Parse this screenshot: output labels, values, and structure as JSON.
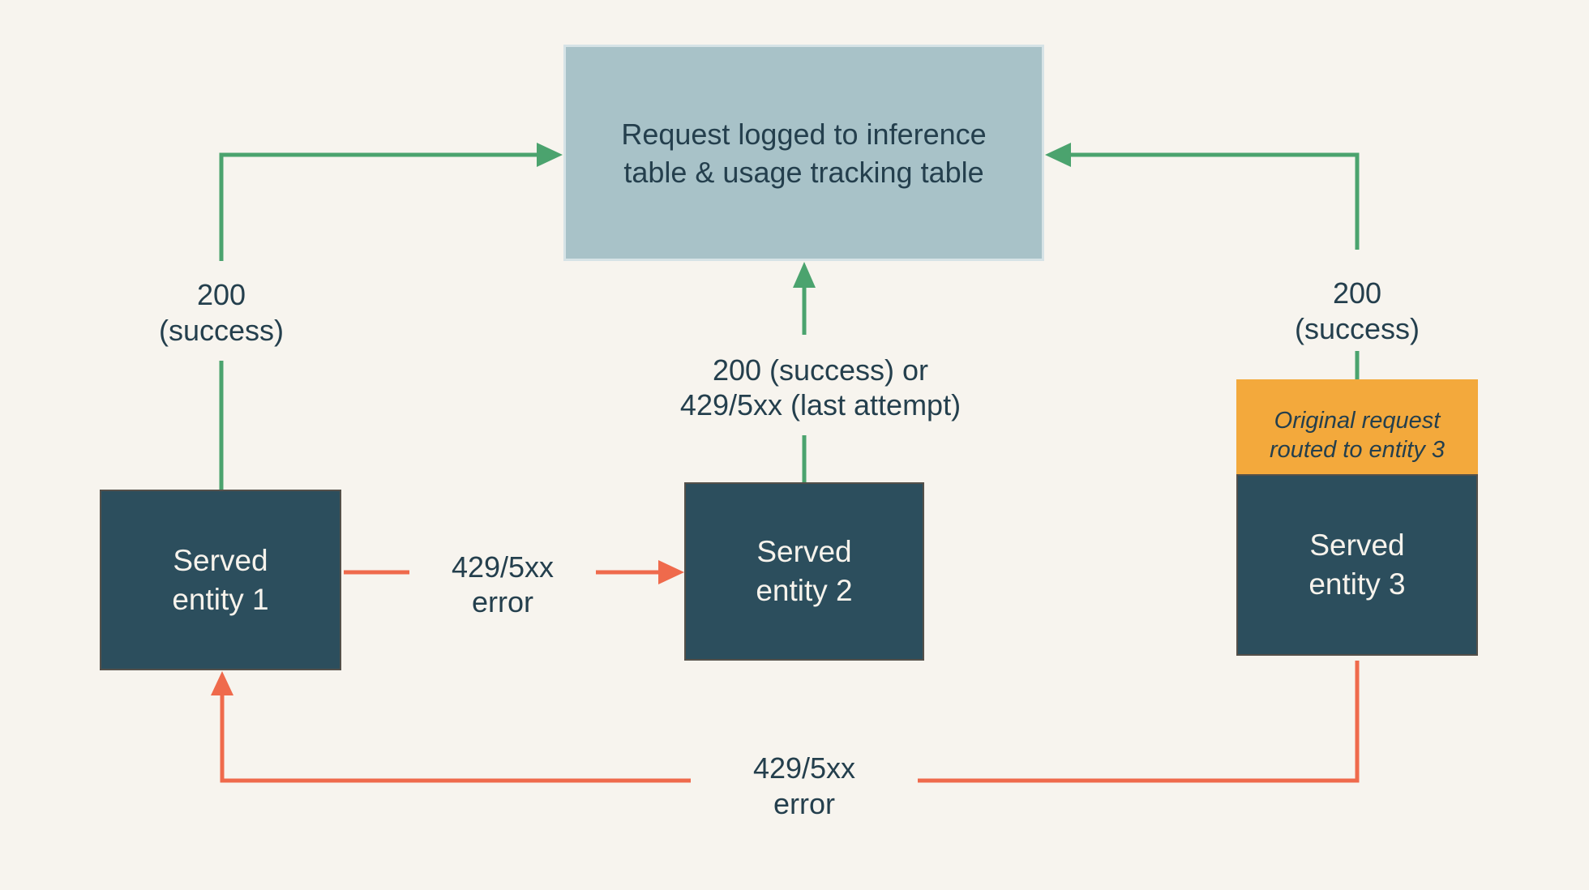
{
  "colors": {
    "background": "#F7F4EE",
    "entity_box_fill": "#2C4E5D",
    "entity_box_border": "#54504A",
    "log_box_fill": "#A8C2C8",
    "log_box_border": "#D6E3E6",
    "success_green": "#4BA36E",
    "error_coral": "#EF6A4C",
    "routing_note_orange": "#F3A93C",
    "text_dark": "#243F4D",
    "text_light": "#F7F3EC"
  },
  "nodes": {
    "log_box": {
      "label": "Request logged to inference\ntable & usage tracking table"
    },
    "entity1": {
      "label": "Served\nentity 1"
    },
    "entity2": {
      "label": "Served\nentity 2"
    },
    "entity3": {
      "label": "Served\nentity 3"
    },
    "entity3_note": {
      "label": "Original request\nrouted to entity 3"
    }
  },
  "edge_labels": {
    "entity1_success": "200\n(success)",
    "entity2_result": "200 (success) or\n429/5xx (last attempt)",
    "entity3_success": "200\n(success)",
    "entity1_to_entity2_error": "429/5xx\nerror",
    "entity3_to_entity1_error": "429/5xx\nerror"
  }
}
